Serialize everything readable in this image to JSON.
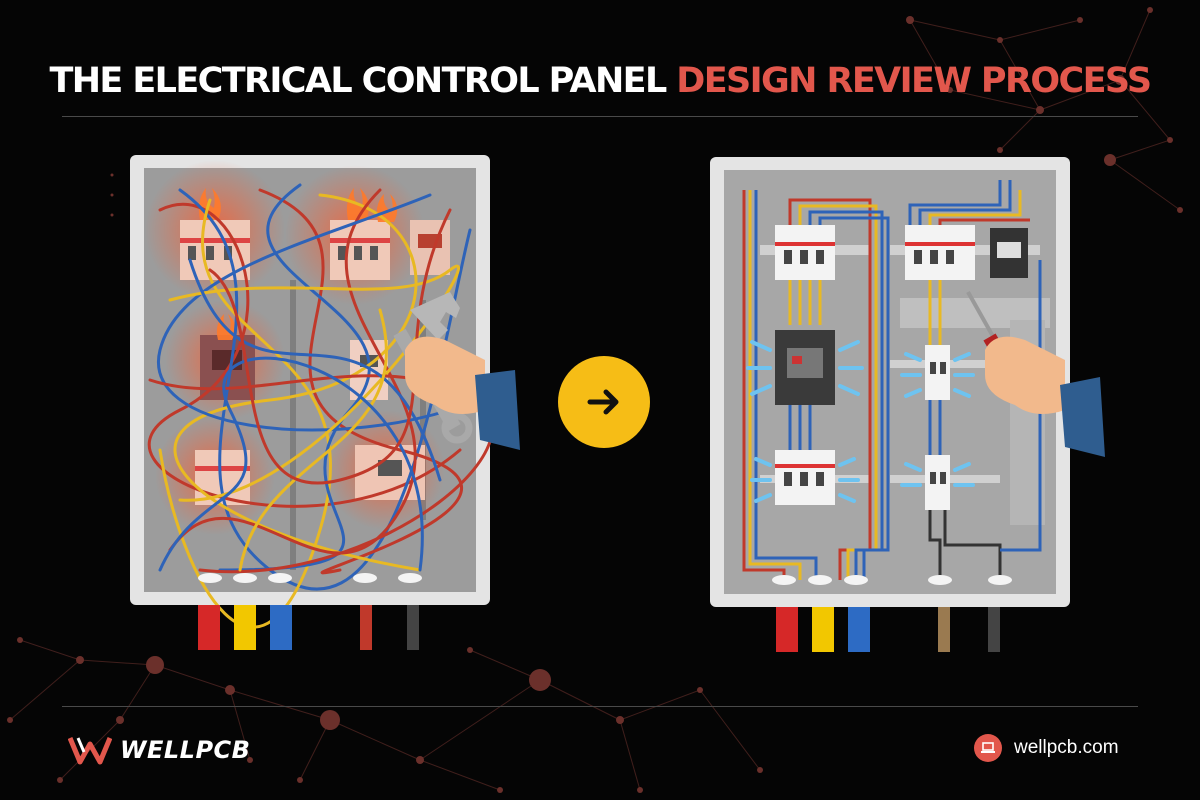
{
  "title": {
    "part_white": "THE ELECTRICAL CONTROL PANEL ",
    "part_red": "DESIGN REVIEW PROCESS"
  },
  "brand": {
    "name": "WELLPCB",
    "website": "wellpcb.com",
    "accent_color": "#e2574c",
    "arrow_color": "#f6bd16"
  },
  "panels": [
    {
      "state": "messy-wiring",
      "description_icon": "wrench-icon"
    },
    {
      "state": "organized-wiring",
      "description_icon": "screwdriver-icon"
    }
  ],
  "icons": {
    "transition": "arrow-right-icon",
    "website": "laptop-icon"
  }
}
